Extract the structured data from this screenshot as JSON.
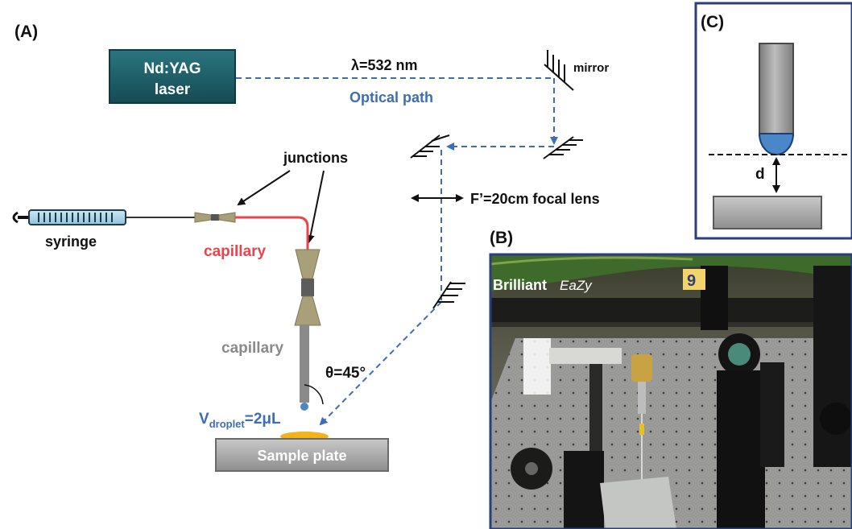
{
  "panel_a": {
    "label": "(A)",
    "laser": {
      "line1": "Nd:YAG",
      "line2": "laser"
    },
    "wavelength": "λ=532 nm",
    "optical_path": "Optical path",
    "mirror": "mirror",
    "junctions": "junctions",
    "lens": "F’=20cm focal lens",
    "syringe": "syringe",
    "capillary_top": "capillary",
    "capillary_bottom": "capillary",
    "angle": "θ=45°",
    "droplet": {
      "prefix": "V",
      "subscript": "droplet",
      "suffix": "=2μL"
    },
    "sample_plate": "Sample plate"
  },
  "panel_b": {
    "label": "(B)",
    "photo_text": {
      "brand": "Brilliant",
      "script": "EaZy",
      "logo": "9"
    }
  },
  "panel_c": {
    "label": "(C)",
    "distance": "d"
  },
  "colors": {
    "laser_box": "#1f5f68",
    "optical_path": "#3d6db5",
    "capillary_red": "#e8454c",
    "capillary_gray": "#8a8a8a",
    "junction": "#a9a07a",
    "droplet_blue": "#4a86c8",
    "sample_gold": "#f2b31a",
    "plate_gray": "#a8a8a8",
    "panel_border": "#2b3f7a"
  }
}
